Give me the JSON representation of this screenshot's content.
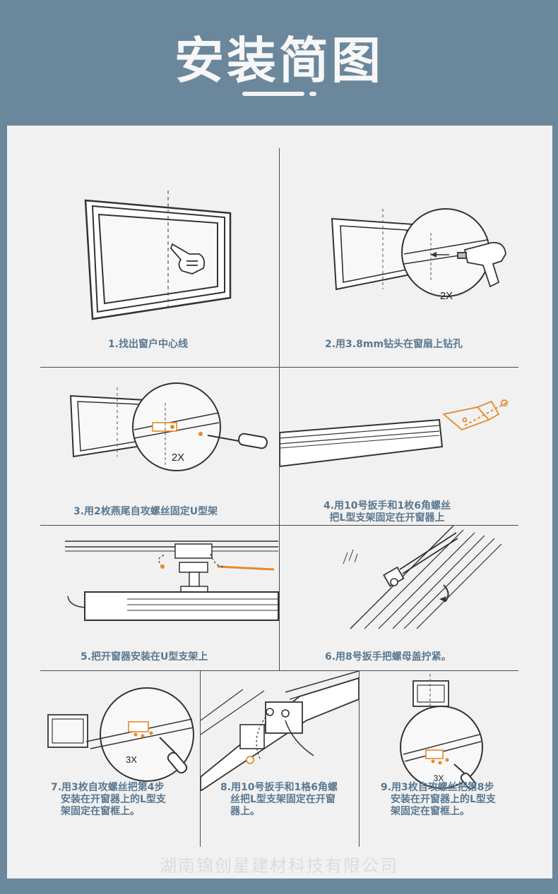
{
  "header": {
    "title": "安装简图"
  },
  "steps": [
    {
      "caption": "1.找出窗户中心线"
    },
    {
      "caption": "2.用3.8mm钻头在窗扇上钻孔",
      "count": "2X"
    },
    {
      "caption": "3.用2枚燕尾自攻螺丝固定U型架",
      "count": "2X"
    },
    {
      "caption_l1": "4.用10号扳手和1枚6角螺丝",
      "caption_l2": "把L型支架固定在开窗器上"
    },
    {
      "caption": "5.把开窗器安装在U型支架上"
    },
    {
      "caption": "6.用8号扳手把螺母盖拧紧。"
    },
    {
      "caption_l1": "7.用3枚自攻螺丝把第4步",
      "caption_l2": "安装在开窗器上的L型支",
      "caption_l3": "架固定在窗框上。",
      "count": "3X"
    },
    {
      "caption_l1": "8.用10号扳手和1格6角螺",
      "caption_l2": "丝把L型支架固定在开窗",
      "caption_l3": "器上。"
    },
    {
      "caption_l1": "9.用3枚自攻螺丝把第8步",
      "caption_l2": "安装在开窗器上的L型支",
      "caption_l3": "架固定在窗框上。",
      "count": "3X"
    }
  ],
  "footer": {
    "company": "湖南锦创星建材科技有限公司"
  },
  "colors": {
    "background": "#6b879c",
    "sheet": "#f1f1f1",
    "caption": "#5a7890",
    "accent": "#e48a2b"
  }
}
